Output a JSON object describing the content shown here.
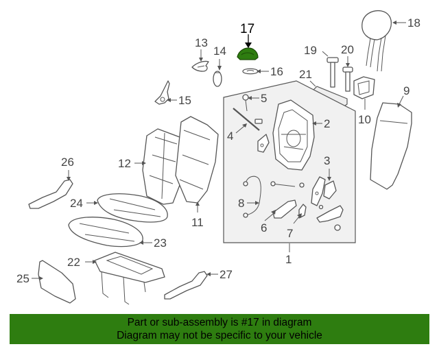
{
  "diagram": {
    "highlight_color": "#2e7d10",
    "labels": {
      "p1": "1",
      "p2": "2",
      "p3": "3",
      "p4": "4",
      "p5": "5",
      "p6": "6",
      "p7": "7",
      "p8": "8",
      "p9": "9",
      "p10": "10",
      "p11": "11",
      "p12": "12",
      "p13": "13",
      "p14": "14",
      "p15": "15",
      "p16": "16",
      "p17": "17",
      "p18": "18",
      "p19": "19",
      "p20": "20",
      "p21": "21",
      "p22": "22",
      "p23": "23",
      "p24": "24",
      "p25": "25",
      "p26": "26",
      "p27": "27"
    }
  },
  "banner": {
    "line1": "Part or sub-assembly is #17 in diagram",
    "line2": "Diagram may not be specific to your vehicle",
    "color": "#2e7d10"
  }
}
